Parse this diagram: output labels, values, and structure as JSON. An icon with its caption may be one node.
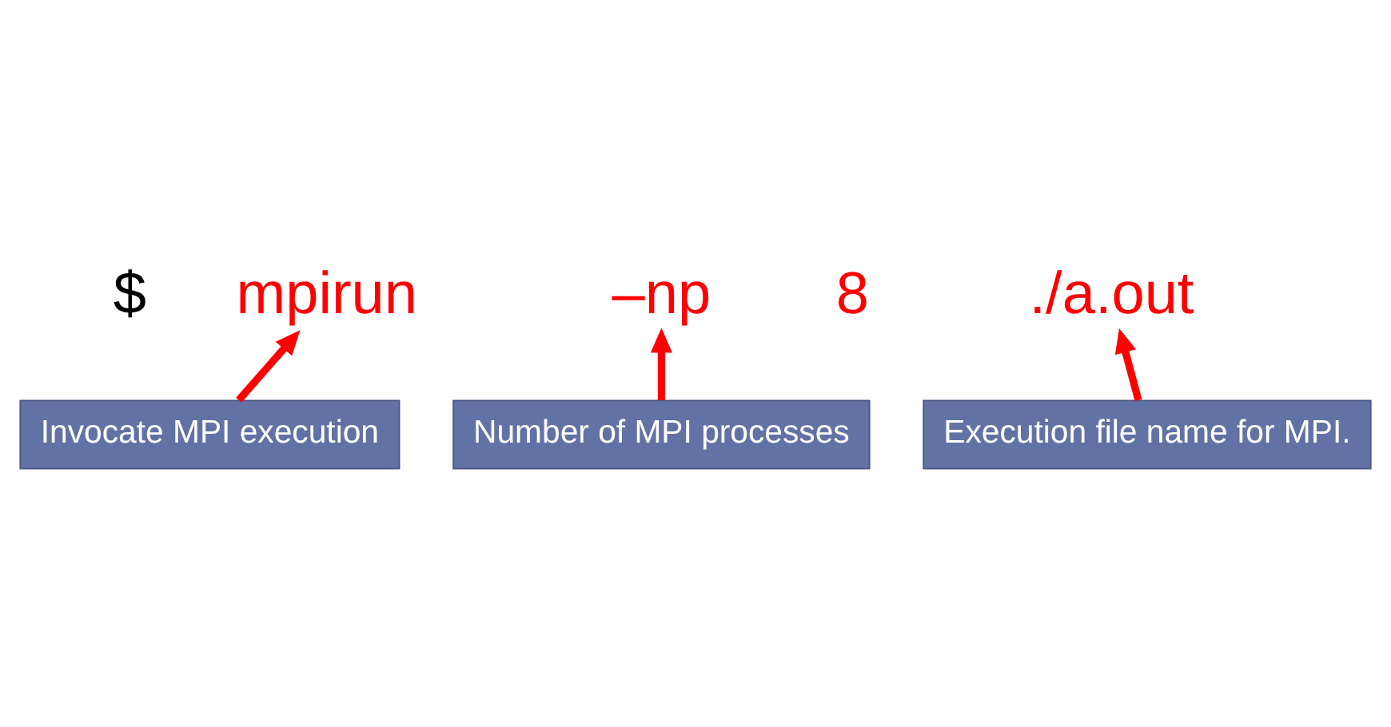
{
  "diagram": {
    "nodes": [
      {
        "text": [
          "mpirun"
        ]
      },
      {
        "text": [
          "–np"
        ]
      },
      {
        "text": [
          "./a.out"
        ]
      },
      {
        "text": [
          "Invocate MPI execution"
        ]
      },
      {
        "text": [
          "Number of MPI processes"
        ]
      },
      {
        "text": [
          "Execution file name for MPI."
        ]
      }
    ],
    "edges": [
      {
        "from": 3,
        "to": 0,
        "arrow": "to"
      },
      {
        "from": 4,
        "to": 1,
        "arrow": "to"
      },
      {
        "from": 5,
        "to": 2,
        "arrow": "to"
      }
    ],
    "labels": [
      "$",
      "8"
    ]
  }
}
